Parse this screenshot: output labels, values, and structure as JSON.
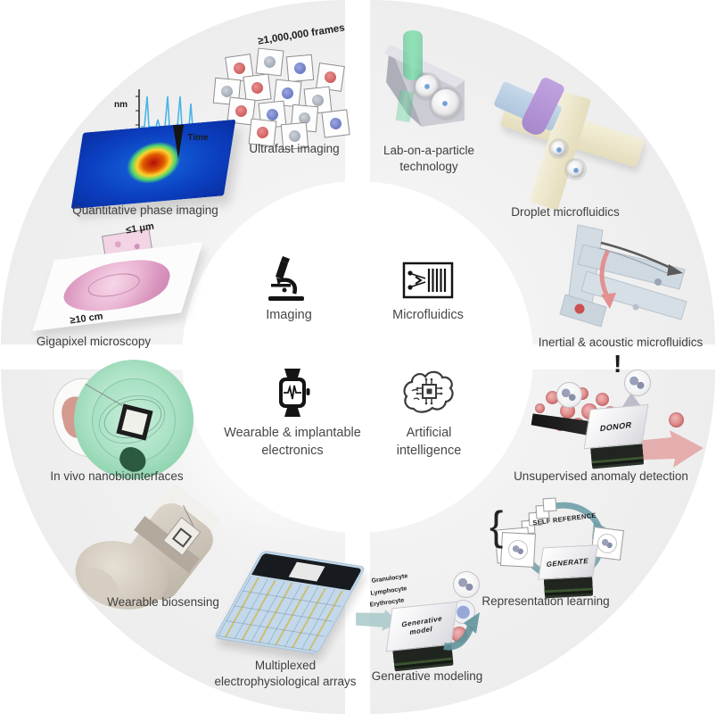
{
  "center": {
    "imaging_label": "Imaging",
    "microfluidics_label": "Microfluidics",
    "wearable_label_line1": "Wearable & implantable",
    "wearable_label_line2": "electronics",
    "ai_label_line1": "Artificial",
    "ai_label_line2": "intelligence"
  },
  "quadrant_imaging": {
    "frames_note": "≥1,000,000 frames",
    "ultrafast_caption": "Ultrafast imaging",
    "qpi_caption": "Quantitative phase imaging",
    "gigapixel_caption": "Gigapixel microscopy",
    "plot_y_axis": "nm",
    "plot_x_axis": "Time",
    "inset_scale": "≤1 μm",
    "slide_scale": "≥10 cm"
  },
  "quadrant_microfluidics": {
    "lab_caption_line1": "Lab-on-a-particle",
    "lab_caption_line2": "technology",
    "droplet_caption": "Droplet microfluidics",
    "inertial_caption": "Inertial & acoustic microfluidics"
  },
  "quadrant_wearable": {
    "invivo_caption": "In vivo nanobiointerfaces",
    "biosensing_caption": "Wearable biosensing",
    "multiplexed_caption_line1": "Multiplexed",
    "multiplexed_caption_line2": "electrophysiological arrays"
  },
  "quadrant_ai": {
    "anomaly_caption": "Unsupervised anomaly detection",
    "representation_caption": "Representation learning",
    "generative_caption": "Generative modeling",
    "anomaly_chip_label": "DONOR",
    "alert_mark": "!",
    "self_reference_label": "SELF REFERENCE",
    "generate_label": "GENERATE",
    "brace": "{",
    "gen_chip_label_line1": "Generative",
    "gen_chip_label_line2": "model",
    "cell_types": [
      "Granulocyte",
      "Lymphocyte",
      "Erythrocyte"
    ]
  },
  "colors": {
    "quadrant_bg": "#efefef",
    "teal_accent": "#6f9fa8",
    "pink_arrow": "#e3a6a6",
    "heatmap_blue": "#0b3fc0",
    "invivo_green": "#a9e2c6",
    "rbc_pink": "#e49494",
    "chip_pcb_dark": "#20261f",
    "droplet_beige": "#efe9cf",
    "array_blue": "#c3d8ea"
  }
}
